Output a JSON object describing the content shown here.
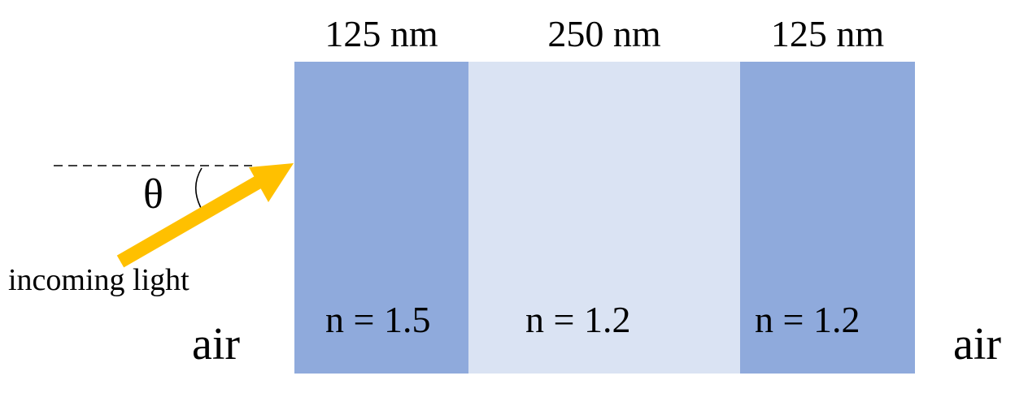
{
  "layers": [
    {
      "thickness": "125 nm",
      "index": "n = 1.5",
      "color": "#8faadc"
    },
    {
      "thickness": "250 nm",
      "index": "n = 1.2",
      "color": "#dae3f3"
    },
    {
      "thickness": "125 nm",
      "index": "n = 1.2",
      "color": "#8faadc"
    }
  ],
  "media": {
    "left": "air",
    "right": "air"
  },
  "light": {
    "caption": "incoming light",
    "angle_symbol": "θ",
    "arrow_color": "#ffc000"
  }
}
